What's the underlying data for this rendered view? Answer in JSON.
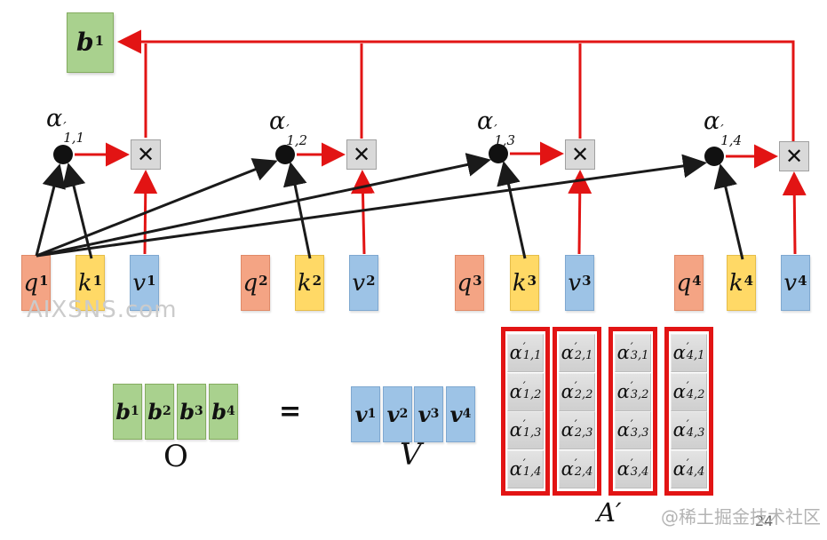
{
  "colors": {
    "red_line": "#e21414",
    "black_line": "#1a1a1a",
    "green_box": "#a9d18e",
    "orange_box": "#f4a484",
    "yellow_box": "#ffd966",
    "blue_box": "#9dc3e6",
    "gray_operator": "#d9d9d9",
    "matrix_border": "#e21414"
  },
  "top": {
    "output_box": {
      "t": "b",
      "s": "1"
    },
    "times": "✕",
    "alpha": {
      "base": "α",
      "prime": "′",
      "subs": [
        "1,1",
        "1,2",
        "1,3",
        "1,4"
      ]
    }
  },
  "inputs": {
    "groups": [
      {
        "q": {
          "t": "q",
          "s": "1"
        },
        "k": {
          "t": "k",
          "s": "1"
        },
        "v": {
          "t": "v",
          "s": "1"
        }
      },
      {
        "q": {
          "t": "q",
          "s": "2"
        },
        "k": {
          "t": "k",
          "s": "2"
        },
        "v": {
          "t": "v",
          "s": "2"
        }
      },
      {
        "q": {
          "t": "q",
          "s": "3"
        },
        "k": {
          "t": "k",
          "s": "3"
        },
        "v": {
          "t": "v",
          "s": "3"
        }
      },
      {
        "q": {
          "t": "q",
          "s": "4"
        },
        "k": {
          "t": "k",
          "s": "4"
        },
        "v": {
          "t": "v",
          "s": "4"
        }
      }
    ]
  },
  "equation": {
    "o_boxes": [
      {
        "t": "b",
        "s": "1"
      },
      {
        "t": "b",
        "s": "2"
      },
      {
        "t": "b",
        "s": "3"
      },
      {
        "t": "b",
        "s": "4"
      }
    ],
    "o_label": "O",
    "equals": "=",
    "v_boxes": [
      {
        "t": "v",
        "s": "1"
      },
      {
        "t": "v",
        "s": "2"
      },
      {
        "t": "v",
        "s": "3"
      },
      {
        "t": "v",
        "s": "4"
      }
    ],
    "v_label": "V",
    "matrix": {
      "cell_base": "α",
      "cell_prime": "′",
      "columns": [
        {
          "cells": [
            "1,1",
            "1,2",
            "1,3",
            "1,4"
          ]
        },
        {
          "cells": [
            "2,1",
            "2,2",
            "2,3",
            "2,4"
          ]
        },
        {
          "cells": [
            "3,1",
            "3,2",
            "3,3",
            "3,4"
          ]
        },
        {
          "cells": [
            "4,1",
            "4,2",
            "4,3",
            "4,4"
          ]
        }
      ],
      "label": {
        "t": "A",
        "prime": "′"
      }
    }
  },
  "watermarks": {
    "left": "AIXSNS.com",
    "right": "@稀土掘金技术社区",
    "page_number": "24"
  }
}
